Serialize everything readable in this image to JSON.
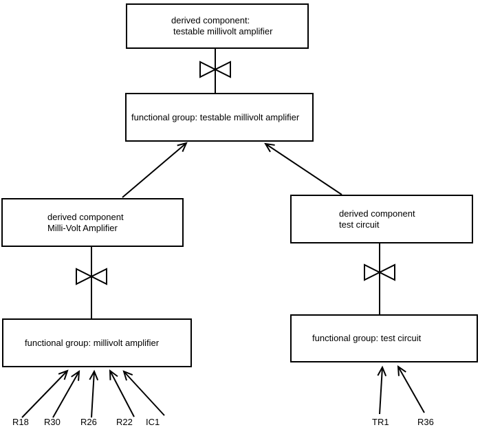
{
  "colors": {
    "background": "#ffffff",
    "line": "#000000",
    "text": "#000000"
  },
  "nodes": {
    "top_derived": {
      "line1": "derived component:",
      "line2": "testable millivolt amplifier"
    },
    "mid_functional": {
      "label": "functional group: testable millivolt amplifier"
    },
    "left_derived": {
      "line1": "derived component",
      "line2": "Milli-Volt Amplifier"
    },
    "right_derived": {
      "line1": "derived component",
      "line2": "test circuit"
    },
    "left_functional": {
      "label": "functional group: millivolt amplifier"
    },
    "right_functional": {
      "label": "functional group: test circuit"
    }
  },
  "component_labels": {
    "left": [
      "R18",
      "R30",
      "R26",
      "R22",
      "IC1"
    ],
    "right": [
      "TR1",
      "R36"
    ]
  },
  "symbols": {
    "join": "bowtie"
  }
}
